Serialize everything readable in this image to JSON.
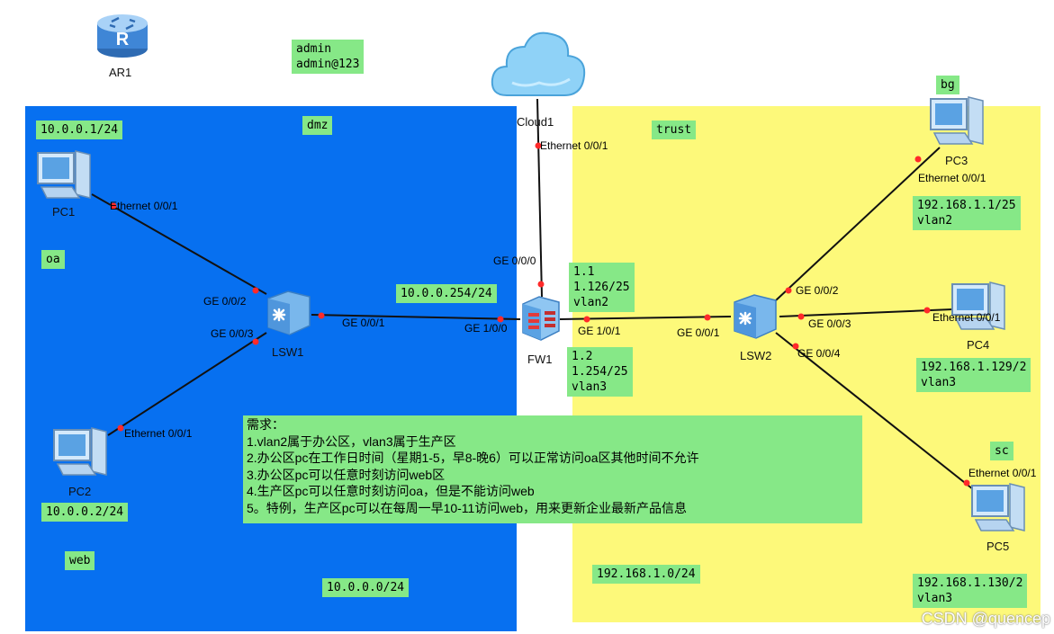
{
  "zones": {
    "dmz": {
      "name": "dmz",
      "subnet": "10.0.0.0/24",
      "color": "#0770f0"
    },
    "trust": {
      "name": "trust",
      "subnet": "192.168.1.0/24",
      "color": "#fdf97a"
    }
  },
  "devices": {
    "ar1": "AR1",
    "cloud1": "Cloud1",
    "fw1": "FW1",
    "lsw1": "LSW1",
    "lsw2": "LSW2",
    "pc1": "PC1",
    "pc2": "PC2",
    "pc3": "PC3",
    "pc4": "PC4",
    "pc5": "PC5"
  },
  "ports": {
    "pc1_eth": "Ethernet 0/0/1",
    "pc2_eth": "Ethernet 0/0/1",
    "lsw1_g2": "GE 0/0/2",
    "lsw1_g3": "GE 0/0/3",
    "lsw1_g1": "GE 0/0/1",
    "fw_g100": "GE 1/0/0",
    "fw_g101": "GE 1/0/1",
    "fw_g000": "GE 0/0/0",
    "cloud_eth": "Ethernet 0/0/1",
    "lsw2_g1": "GE 0/0/1",
    "lsw2_g2": "GE 0/0/2",
    "lsw2_g3": "GE 0/0/3",
    "lsw2_g4": "GE 0/0/4",
    "pc3_eth": "Ethernet 0/0/1",
    "pc4_eth": "Ethernet 0/0/1",
    "pc5_eth": "Ethernet 0/0/1"
  },
  "labels": {
    "credentials": [
      "admin",
      "admin@123"
    ],
    "dmz_tag": "dmz",
    "trust_tag": "trust",
    "pc1_ip": "10.0.0.1/24",
    "pc2_ip": "10.0.0.2/24",
    "oa": "oa",
    "web": "web",
    "fw_dmz_ip": "10.0.0.254/24",
    "fw_vlan2": [
      "1.1",
      "1.126/25",
      "vlan2"
    ],
    "fw_vlan3": [
      "1.2",
      "1.254/25",
      "vlan3"
    ],
    "dmz_subnet": "10.0.0.0/24",
    "trust_subnet": "192.168.1.0/24",
    "bg": "bg",
    "sc": "sc",
    "pc3_ip": [
      "192.168.1.1/25",
      "vlan2"
    ],
    "pc4_ip": [
      "192.168.1.129/2",
      "vlan3"
    ],
    "pc5_ip": [
      "192.168.1.130/2",
      "vlan3"
    ]
  },
  "requirements": [
    "需求：",
    "1.vlan2属于办公区，vlan3属于生产区",
    "2.办公区pc在工作日时间（星期1-5，早8-晚6）可以正常访问oa区其他时间不允许",
    "3.办公区pc可以任意时刻访问web区",
    "4.生产区pc可以任意时刻访问oa，但是不能访问web",
    "5。特例，生产区pc可以在每周一早10-11访问web，用来更新企业最新产品信息"
  ],
  "watermark": "CSDN @quencep",
  "colors": {
    "link": "#111111",
    "port_dot": "#ff2a2a",
    "label_bg": "#86e887"
  }
}
